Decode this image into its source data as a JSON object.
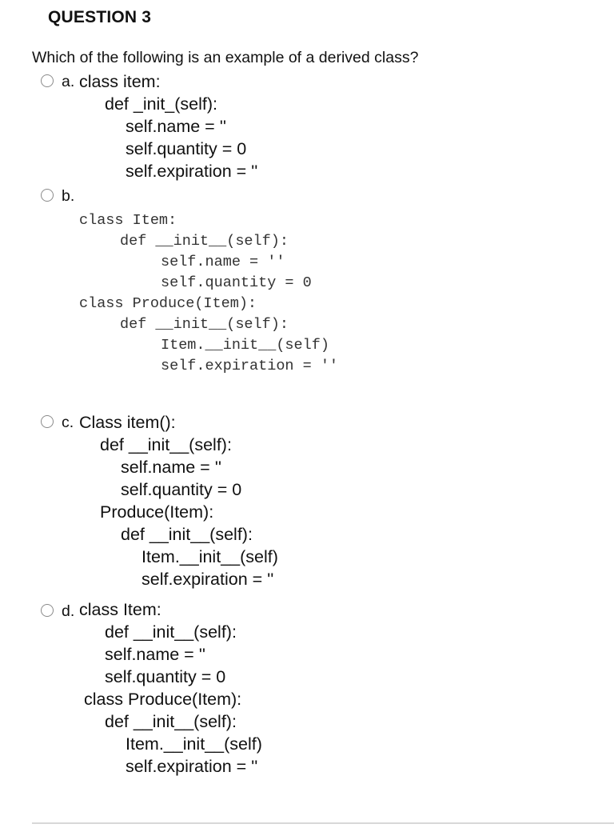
{
  "question": {
    "title": "QUESTION 3",
    "prompt": "Which of the following is an example of a derived class?"
  },
  "options": [
    {
      "letter": "a.",
      "lines": [
        "class item:",
        "def _init_(self):",
        "self.name = ''",
        "self.quantity = 0",
        "self.expiration = ''"
      ]
    },
    {
      "letter": "b.",
      "lines": [
        "class Item:",
        "def __init__(self):",
        "self.name = ''",
        "self.quantity = 0",
        "class Produce(Item):",
        "def __init__(self):",
        "Item.__init__(self)",
        "self.expiration = ''"
      ]
    },
    {
      "letter": "c.",
      "lines": [
        "Class item():",
        "def __init__(self):",
        "self.name = ''",
        "self.quantity = 0",
        "Produce(Item):",
        "def __init__(self):",
        "Item.__init__(self)",
        "self.expiration = ''"
      ]
    },
    {
      "letter": "d.",
      "lines": [
        "class Item:",
        "def __init__(self):",
        "self.name = ''",
        "self.quantity = 0",
        "class Produce(Item):",
        "def __init__(self):",
        "Item.__init__(self)",
        "self.expiration = ''"
      ]
    }
  ]
}
